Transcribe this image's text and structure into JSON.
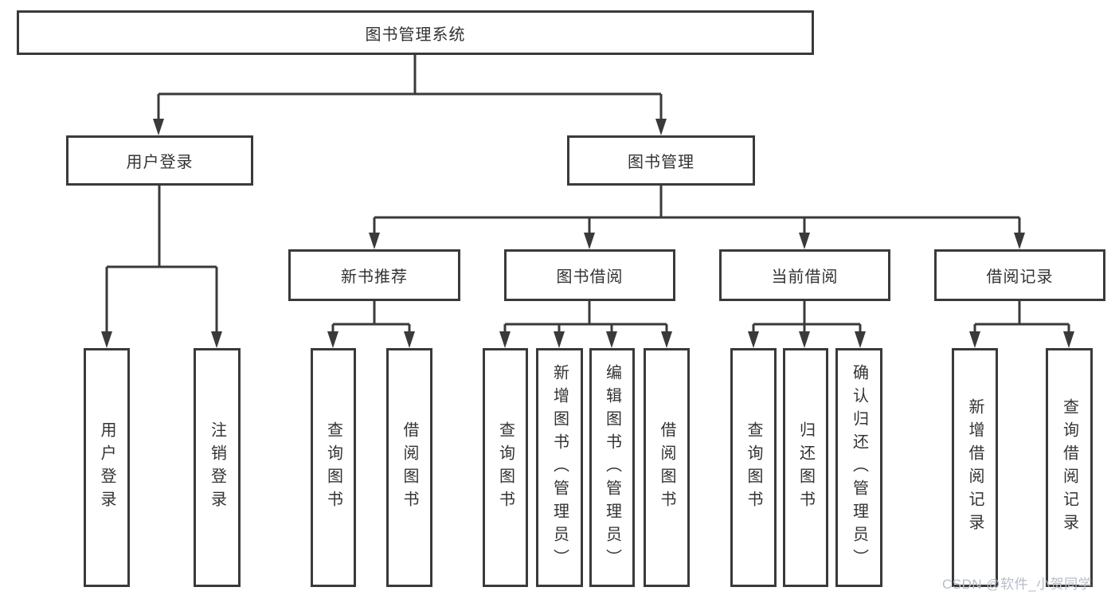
{
  "watermark": "CSDN @软件_小贺同学",
  "accent_colors": {
    "line": "#3a3a3a",
    "text": "#333333",
    "watermark": "#b7bdc7",
    "background": "#ffffff"
  },
  "nodes": {
    "root": {
      "label": "图书管理系统"
    },
    "level2": [
      {
        "label": "用户登录",
        "children": [
          "用户登录",
          "注销登录"
        ]
      },
      {
        "label": "图书管理"
      }
    ],
    "level3": [
      {
        "label": "新书推荐",
        "children": [
          "查询图书",
          "借阅图书"
        ]
      },
      {
        "label": "图书借阅",
        "children": [
          "查询图书",
          "新增图书（管理员）",
          "编辑图书（管理员）",
          "借阅图书"
        ]
      },
      {
        "label": "当前借阅",
        "children": [
          "查询图书",
          "归还图书",
          "确认归还（管理员）"
        ]
      },
      {
        "label": "借阅记录",
        "children": [
          "新增借阅记录",
          "查询借阅记录"
        ]
      }
    ]
  }
}
